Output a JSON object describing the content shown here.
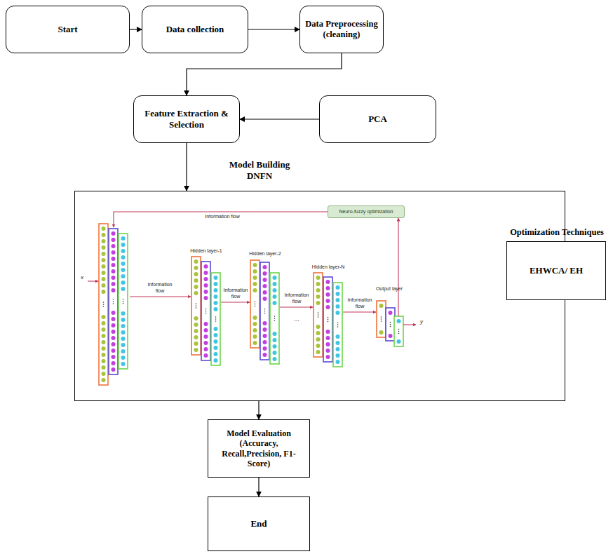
{
  "diagram": {
    "nodes": [
      {
        "text": [
          "Start"
        ]
      },
      {
        "text": [
          "Data collection"
        ]
      },
      {
        "text": [
          "Data Preprocessing (cleaning)"
        ]
      },
      {
        "text": [
          "Feature Extraction & Selection"
        ]
      },
      {
        "text": [
          "PCA"
        ]
      },
      {
        "text": [
          "Model Building DNFN"
        ]
      },
      {
        "text": [
          "Neuro-fuzzy optimization"
        ],
        "in": 5
      },
      {
        "text": [
          "Optimization Techniques",
          "EHWCA/ EH"
        ]
      },
      {
        "text": [
          "Model Evaluation (Accuracy, Recall,Precision, F1-Score)"
        ]
      },
      {
        "text": [
          "End"
        ]
      }
    ],
    "edges": [
      {
        "from": 0,
        "to": 1,
        "arrow": "to"
      },
      {
        "from": 1,
        "to": 2,
        "arrow": "to"
      },
      {
        "from": 2,
        "to": 3,
        "arrow": "to"
      },
      {
        "from": 4,
        "to": 3,
        "arrow": "to"
      },
      {
        "from": 3,
        "to": 5,
        "arrow": "to"
      },
      {
        "from": 7,
        "to": 5,
        "arrow": "to"
      },
      {
        "from": 5,
        "to": 8,
        "arrow": "to"
      },
      {
        "from": 8,
        "to": 9,
        "arrow": "to"
      }
    ],
    "labels": [
      "Information flow",
      "Hidden layer-1",
      "Hidden layer-2",
      "Hidden layer-N",
      "Output layer",
      "Information flow",
      "Information flow",
      "Information flow",
      "Information flow",
      "x",
      "y",
      "..."
    ]
  }
}
